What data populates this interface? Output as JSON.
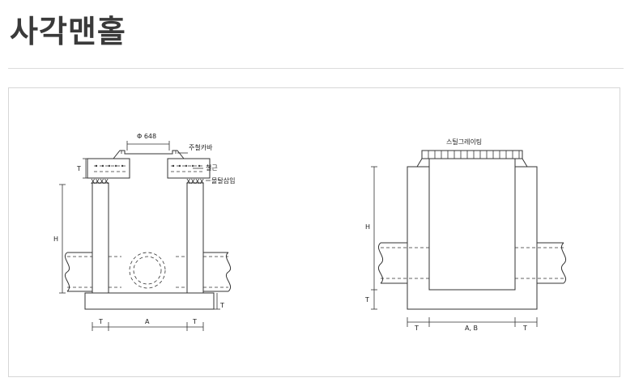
{
  "page": {
    "title": "사각맨홀"
  },
  "left_diagram": {
    "dim_diameter": "Φ 648",
    "label_cover": "주철카바",
    "label_rebar": "철근",
    "label_mortar": "몰탈삽입",
    "mortar_marks": "XXXX",
    "dim_height": "H",
    "dim_thickness": "T",
    "dim_width": "A"
  },
  "right_diagram": {
    "label_grating": "스틸그레이팅",
    "dim_height": "H",
    "dim_thickness": "T",
    "dim_width": "A, B"
  }
}
